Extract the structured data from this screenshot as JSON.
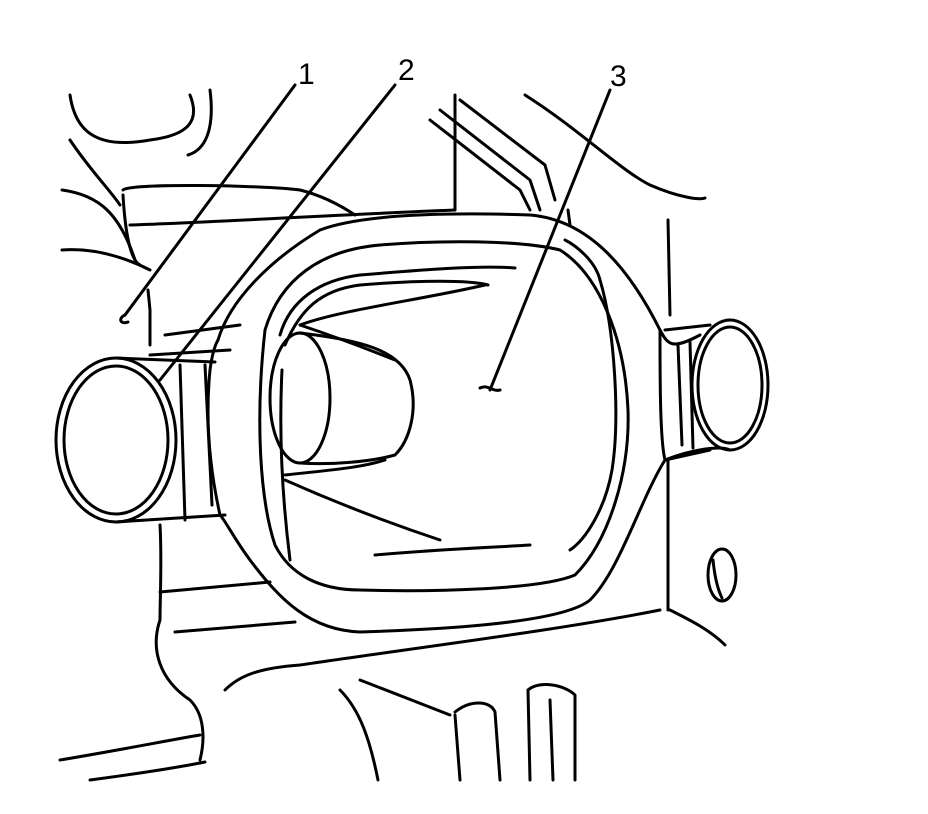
{
  "diagram": {
    "callouts": [
      {
        "number": "1"
      },
      {
        "number": "2"
      },
      {
        "number": "3"
      }
    ],
    "colors": {
      "line": "#000000",
      "background": "#ffffff"
    }
  }
}
